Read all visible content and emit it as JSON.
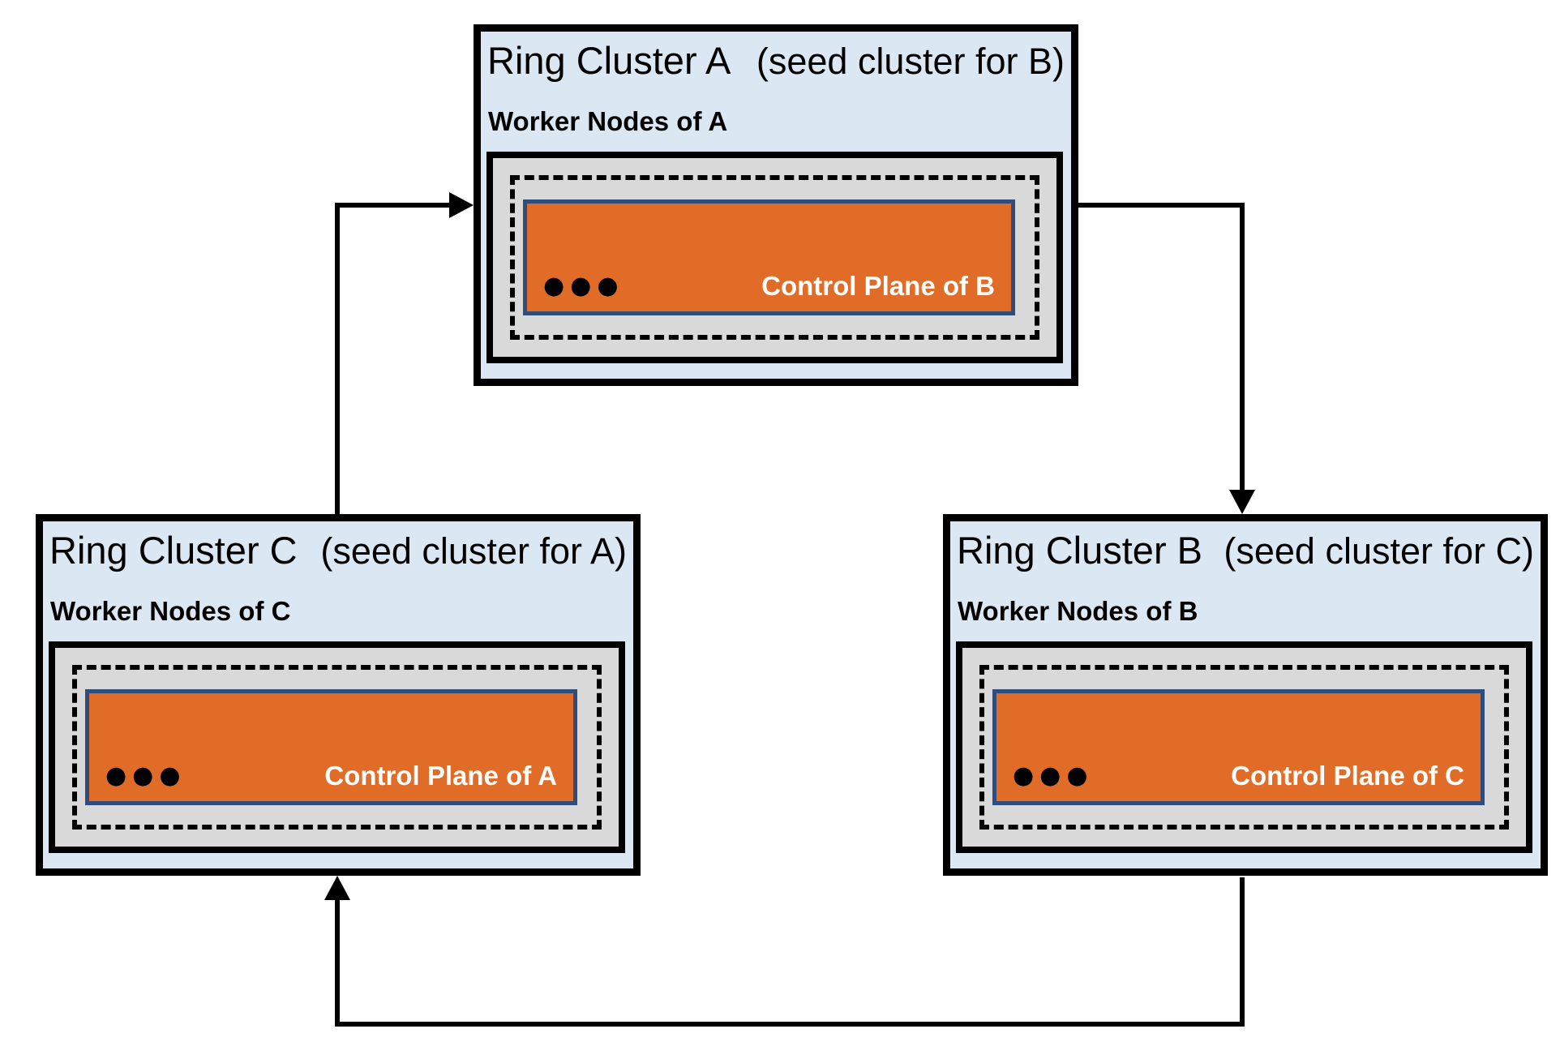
{
  "colors": {
    "cluster_bg": "#DCE7F4",
    "worker_bg": "#D9D9D9",
    "control_bg": "#E06C28",
    "control_border": "#2E4D7B",
    "control_text": "#FFFFFF",
    "line_black": "#000000"
  },
  "clusters": [
    {
      "id": "A",
      "title": "Ring Cluster A",
      "subtitle": "(seed cluster for B)",
      "worker_label": "Worker Nodes of A",
      "control_label": "Control Plane of B",
      "dots": "●●●"
    },
    {
      "id": "B",
      "title": "Ring Cluster B",
      "subtitle": "(seed cluster for C)",
      "worker_label": "Worker Nodes of B",
      "control_label": "Control Plane of C",
      "dots": "●●●"
    },
    {
      "id": "C",
      "title": "Ring Cluster C",
      "subtitle": "(seed cluster for A)",
      "worker_label": "Worker Nodes of C",
      "control_label": "Control Plane of A",
      "dots": "●●●"
    }
  ],
  "edges": [
    {
      "from": "C",
      "to": "A"
    },
    {
      "from": "A",
      "to": "B"
    },
    {
      "from": "B",
      "to": "C"
    }
  ]
}
